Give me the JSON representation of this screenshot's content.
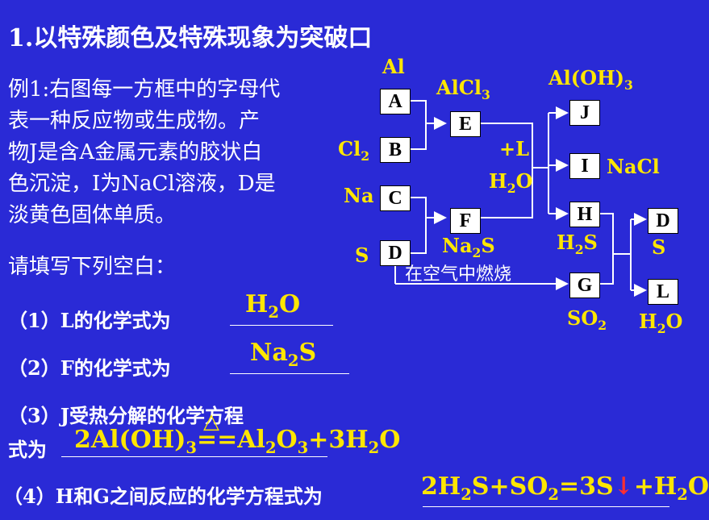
{
  "title": "1.以特殊颜色及特殊现象为突破口",
  "example": {
    "lines": [
      "例1:右图每一方框中的字母代",
      "表一种反应物或生成物。产",
      "物J是含A金属元素的胶状白",
      "色沉淀，I为NaCl溶液，D是",
      "淡黄色固体单质。"
    ],
    "prompt": "请填写下列空白："
  },
  "questions": {
    "q1": "（1）L的化学式为",
    "q2": "（2）F的化学式为",
    "q3a": "（3）J受热分解的化学方程",
    "q3b": "式为",
    "q4": "（4）H和G之间反应的化学方程式为"
  },
  "answers": {
    "a1": "H<sub>2</sub>O",
    "a2": "Na<sub>2</sub>S",
    "a3": "2Al(OH)<sub>3</sub>==Al<sub>2</sub>O<sub>3</sub>+3H<sub>2</sub>O",
    "a3_condition": "△",
    "a4": "2H<sub>2</sub>S+SO<sub>2</sub>=3S<span style='color:#ff3030'>↓</span>+H<sub>2</sub>O"
  },
  "diagram": {
    "boxes": {
      "A": "A",
      "B": "B",
      "C": "C",
      "D": "D",
      "E": "E",
      "F": "F",
      "J": "J",
      "I": "I",
      "H": "H",
      "G": "G",
      "D2": "D",
      "L": "L"
    },
    "labels": {
      "Al": "Al",
      "AlCl3": "AlCl<sub>3</sub>",
      "Cl2": "Cl<sub>2</sub>",
      "Na": "Na",
      "S": "S",
      "Na2S": "Na<sub>2</sub>S",
      "plusL": "+L",
      "H2O_mid": "H<sub>2</sub>O",
      "AlOH3": "Al(OH)<sub>3</sub>",
      "NaCl": "NaCl",
      "H2S": "H<sub>2</sub>S",
      "SO2": "SO<sub>2</sub>",
      "S_right": "S",
      "H2O_right": "H<sub>2</sub>O",
      "burn": "在空气中燃烧"
    }
  }
}
